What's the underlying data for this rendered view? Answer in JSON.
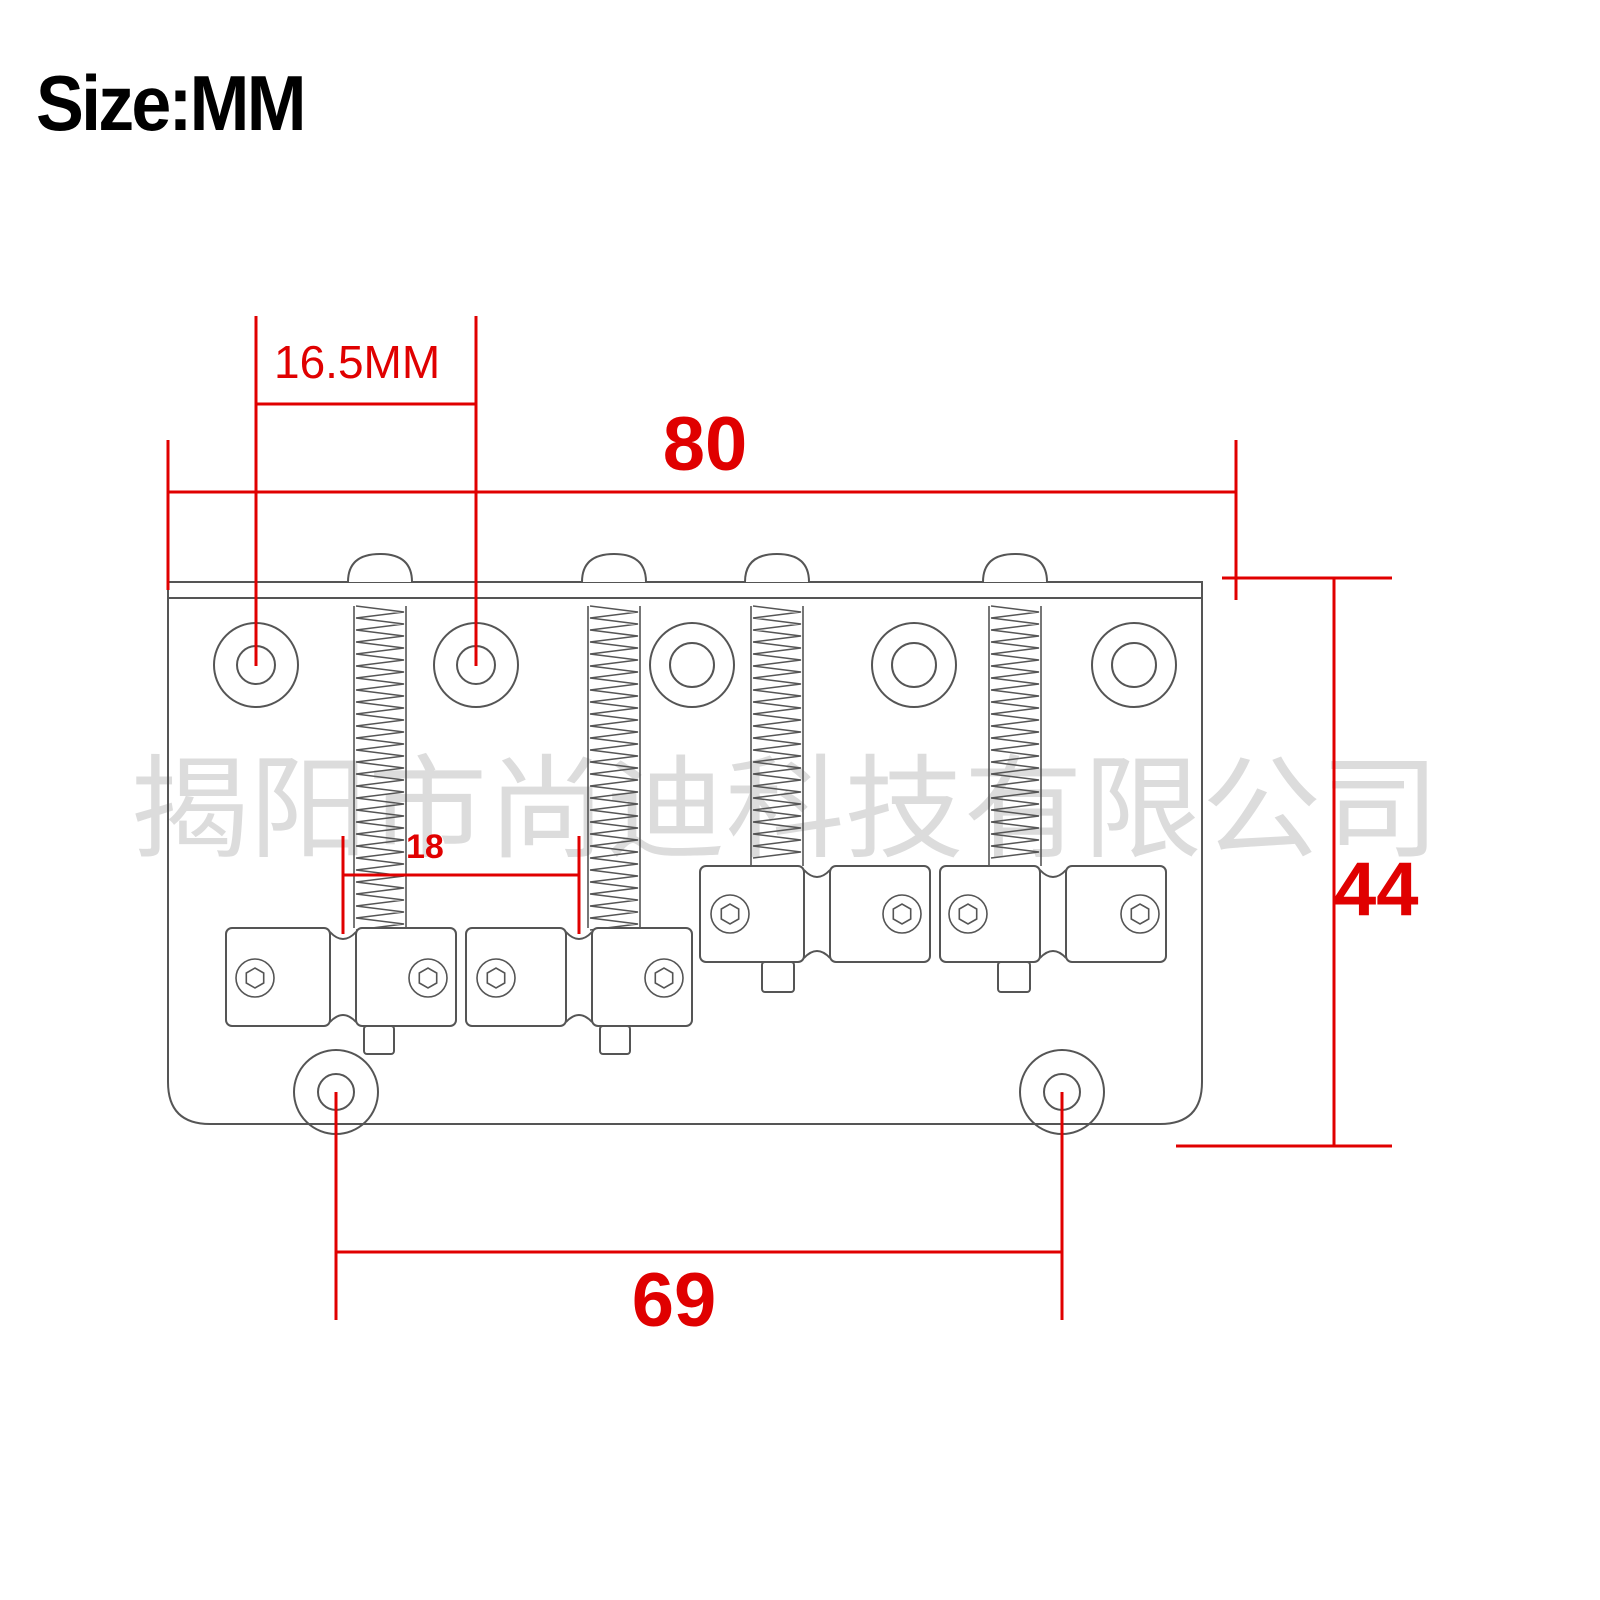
{
  "title": "Size:MM",
  "colors": {
    "dimension": "#e00000",
    "outline": "#555555",
    "watermark": "#d8d8d8",
    "title": "#000000"
  },
  "watermark": "揭阳市尚迪科技有限公司",
  "dimensions": {
    "hole_spacing": "16.5MM",
    "overall_width": "80",
    "saddle_width": "18",
    "height": "44",
    "mount_hole_spacing": "69"
  }
}
